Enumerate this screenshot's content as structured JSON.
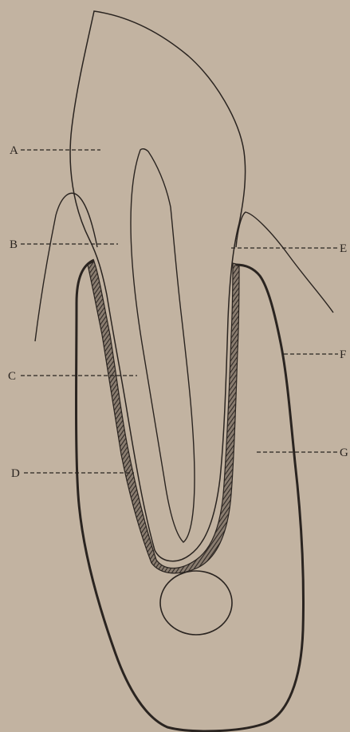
{
  "figure": {
    "labels": {
      "a": "A",
      "b": "B",
      "c": "C",
      "d": "D",
      "e": "E",
      "f": "F",
      "g": "G"
    }
  },
  "colors": {
    "background": "#c2b3a1",
    "line": "#2a2420",
    "hatch": "#3b3530"
  }
}
